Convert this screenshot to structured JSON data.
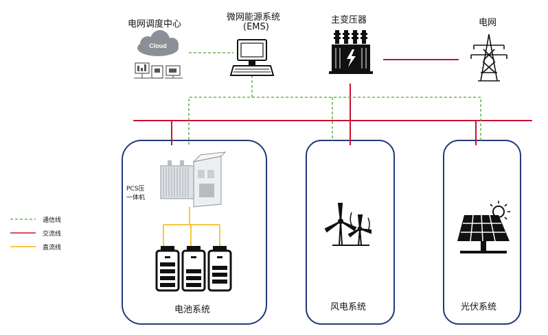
{
  "nodes": {
    "dispatch_center": {
      "label": "电网调度中心",
      "icon_text": "Cloud"
    },
    "ems": {
      "label_line1": "微网能源系统",
      "label_line2": "(EMS)"
    },
    "transformer": {
      "label": "主变压器"
    },
    "grid": {
      "label": "电网"
    },
    "pcs": {
      "label_line1": "PCS压",
      "label_line2": "一体机"
    }
  },
  "systems": {
    "battery": {
      "label": "电池系统"
    },
    "wind": {
      "label": "风电系统"
    },
    "solar": {
      "label": "光伏系统"
    }
  },
  "legend": [
    {
      "label": "通信线",
      "style": "dashed",
      "color": "#4aa82f"
    },
    {
      "label": "交流线",
      "style": "solid",
      "color": "#c8102e"
    },
    {
      "label": "直流线",
      "style": "solid",
      "color": "#f0b400"
    }
  ],
  "colors": {
    "comm": "#4aa82f",
    "ac": "#c8102e",
    "dc": "#f0b400",
    "box_border": "#1f3a7a"
  },
  "icons": [
    "cloud-icon",
    "computer-icon",
    "transformer-icon",
    "pylon-icon",
    "pcs-cabinet-icon",
    "battery-icon",
    "wind-turbine-icon",
    "solar-panel-icon"
  ]
}
